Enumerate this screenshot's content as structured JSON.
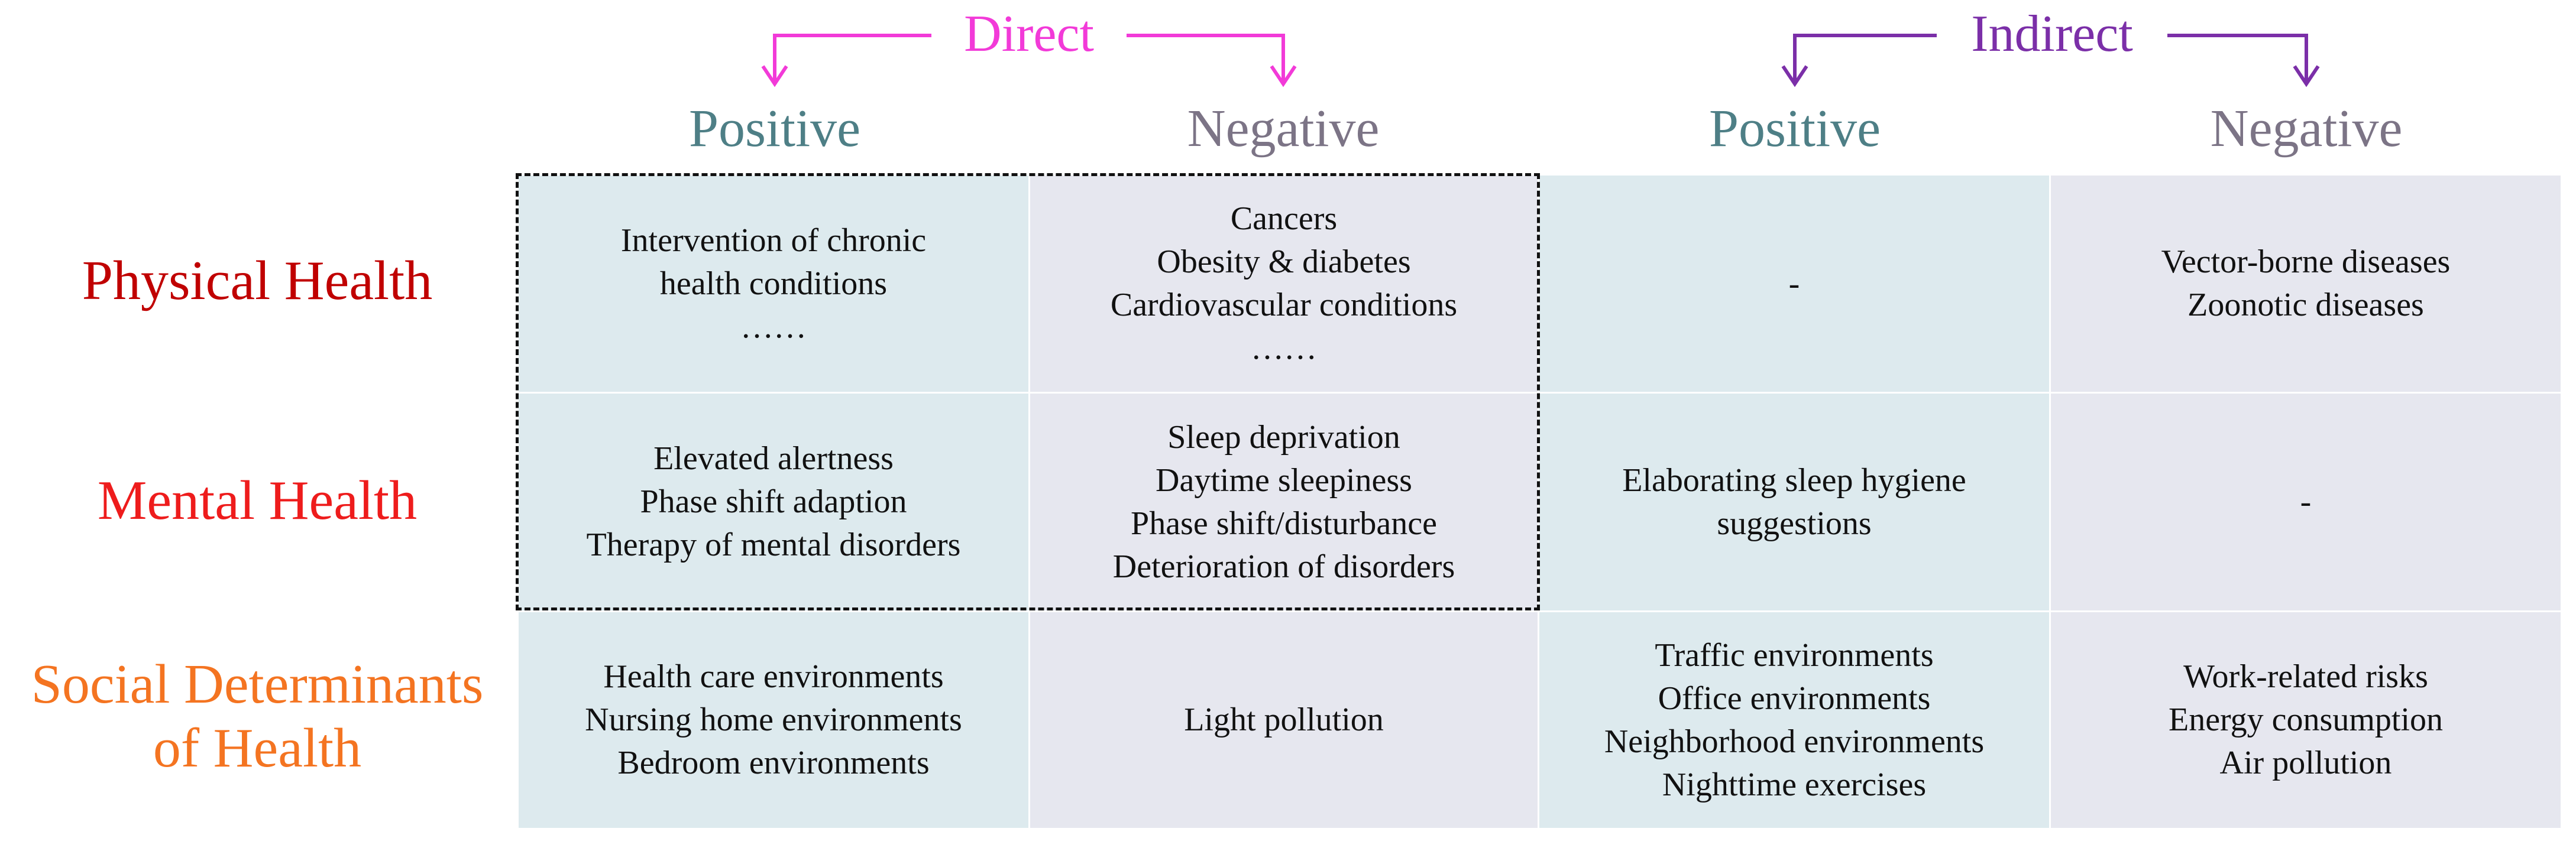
{
  "groups": {
    "direct": {
      "label": "Direct",
      "color": "#f23ad8"
    },
    "indirect": {
      "label": "Indirect",
      "color": "#7b2fa8"
    }
  },
  "columns": {
    "direct_positive": "Positive",
    "direct_negative": "Negative",
    "indirect_positive": "Positive",
    "indirect_negative": "Negative"
  },
  "colors": {
    "positive_header": "#4e7f86",
    "negative_header": "#7c7486",
    "positive_cell_bg": "#ddeaee",
    "negative_cell_bg": "#e6e7ef",
    "physical_label": "#c00000",
    "mental_label": "#ee1c1c",
    "social_label": "#f47421"
  },
  "rows": {
    "physical": {
      "label": "Physical Health"
    },
    "mental": {
      "label": "Mental Health"
    },
    "social": {
      "label_line1": "Social Determinants",
      "label_line2": "of Health"
    }
  },
  "cells": {
    "physical": {
      "direct_positive": [
        "Intervention of chronic",
        "health conditions",
        "……"
      ],
      "direct_negative": [
        "Cancers",
        "Obesity & diabetes",
        "Cardiovascular conditions",
        "……"
      ],
      "indirect_positive": [
        "-"
      ],
      "indirect_negative": [
        "Vector-borne diseases",
        "Zoonotic diseases"
      ]
    },
    "mental": {
      "direct_positive": [
        "Elevated alertness",
        "Phase shift adaption",
        "Therapy of mental disorders"
      ],
      "direct_negative": [
        "Sleep deprivation",
        "Daytime sleepiness",
        "Phase shift/disturbance",
        "Deterioration of disorders"
      ],
      "indirect_positive": [
        "Elaborating sleep hygiene",
        "suggestions"
      ],
      "indirect_negative": [
        "-"
      ]
    },
    "social": {
      "direct_positive": [
        "Health care environments",
        "Nursing home environments",
        "Bedroom environments"
      ],
      "direct_negative": [
        "Light pollution"
      ],
      "indirect_positive": [
        "Traffic environments",
        "Office environments",
        "Neighborhood environments",
        "Nighttime exercises"
      ],
      "indirect_negative": [
        "Work-related risks",
        "Energy consumption",
        "Air pollution"
      ]
    }
  }
}
